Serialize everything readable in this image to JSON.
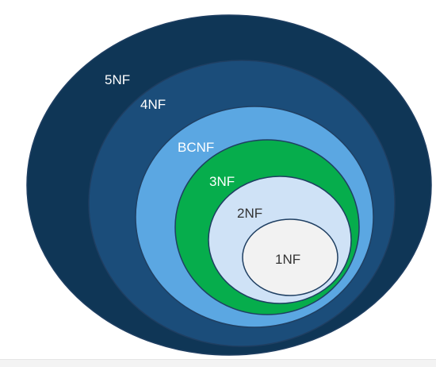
{
  "diagram": {
    "levels": [
      {
        "key": "5nf",
        "label": "5NF",
        "fill": "#0f3656",
        "label_color": "#ffffff"
      },
      {
        "key": "4nf",
        "label": "4NF",
        "fill": "#1b4d7a",
        "label_color": "#ffffff"
      },
      {
        "key": "bcnf",
        "label": "BCNF",
        "fill": "#5ba7e2",
        "label_color": "#ffffff"
      },
      {
        "key": "3nf",
        "label": "3NF",
        "fill": "#06ad4c",
        "label_color": "#ffffff"
      },
      {
        "key": "2nf",
        "label": "2NF",
        "fill": "#cfe2f6",
        "label_color": "#333333"
      },
      {
        "key": "1nf",
        "label": "1NF",
        "fill": "#f2f2f2",
        "label_color": "#333333"
      }
    ],
    "stroke_color": "#1f3f62"
  }
}
